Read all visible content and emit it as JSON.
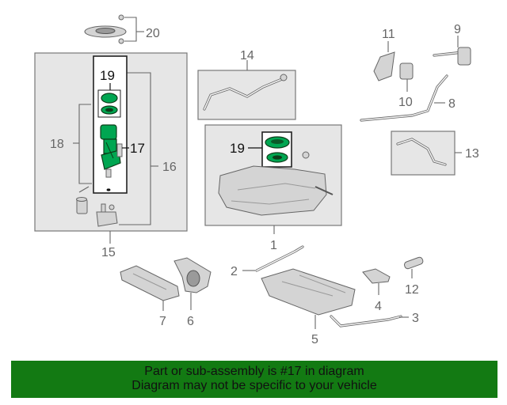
{
  "callouts": {
    "c1": "1",
    "c2": "2",
    "c3": "3",
    "c4": "4",
    "c5": "5",
    "c6": "6",
    "c7": "7",
    "c8": "8",
    "c9": "9",
    "c10": "10",
    "c11": "11",
    "c12": "12",
    "c13": "13",
    "c14": "14",
    "c15": "15",
    "c16": "16",
    "c17": "17",
    "c18": "18",
    "c19a": "19",
    "c19b": "19",
    "c20": "20"
  },
  "highlight_color": "#00a651",
  "banner": {
    "line1": "Part or sub-assembly is #17 in diagram",
    "line2": "Diagram may not be specific to your vehicle",
    "background": "#137a13"
  }
}
